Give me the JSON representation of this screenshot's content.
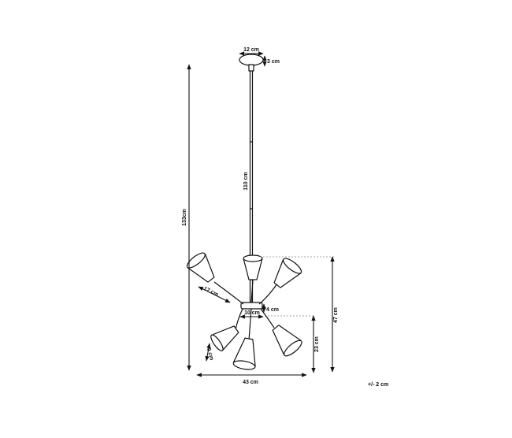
{
  "diagram": {
    "dimensions": {
      "canopy_width": "12 cm",
      "canopy_height": "3 cm",
      "rod_length": "110 cm",
      "total_height": "133cm",
      "arm_length": "17 cm",
      "hub_width": "10 cm",
      "hub_height": "4 cm",
      "shade_diameter": "9 cm",
      "shade_to_hub": "23 cm",
      "body_height": "47 cm",
      "total_width": "43 cm"
    },
    "tolerance": "+/- 2 cm"
  }
}
